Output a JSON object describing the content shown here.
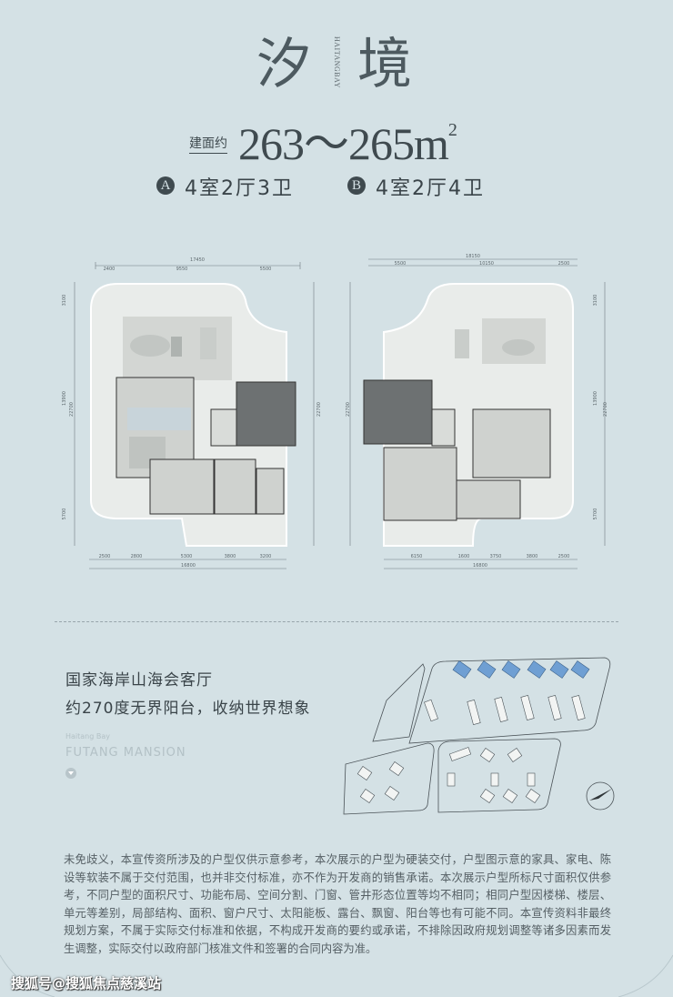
{
  "header": {
    "title_chars": [
      "汐",
      "境"
    ],
    "vertical_english": "HAITANGBAY",
    "area_label": "建面约",
    "area_value": "263～265m",
    "area_unit_sup": "2",
    "unit_a": {
      "badge": "A",
      "rooms": "4室2厅3卫"
    },
    "unit_b": {
      "badge": "B",
      "rooms": "4室2厅4卫"
    }
  },
  "plan_a": {
    "top_total": "17450",
    "top_dims": [
      "2400",
      "9550",
      "5500"
    ],
    "left_dims": [
      "3100",
      "13900",
      "5700"
    ],
    "left_total": "22700",
    "right_total": "22700",
    "bottom_dims": [
      "2500",
      "2800",
      "5300",
      "3800",
      "3200"
    ],
    "bottom_total": "16800"
  },
  "plan_b": {
    "top_total": "18150",
    "top_dims": [
      "5500",
      "10150",
      "2500"
    ],
    "right_dims": [
      "3100",
      "13900",
      "5700"
    ],
    "left_total": "22700",
    "right_total": "22700",
    "bottom_dims": [
      "6150",
      "1600",
      "3750",
      "3800",
      "2500"
    ],
    "bottom_total": "16800"
  },
  "feature": {
    "line1": "国家海岸山海会客厅",
    "line2": "约270度无界阳台，收纳世界想象",
    "en_small": "Haitang Bay",
    "en_big": "FUTANG MANSION"
  },
  "colors": {
    "background": "#d4e1e5",
    "text": "#3a4449",
    "highlight": "#6f9fd3",
    "plan_floor": "#cfd2cf",
    "plan_core": "#6d7172"
  },
  "disclaimer": "未免歧义，本宣传资所涉及的户型仅供示意参考，本次展示的户型为硬装交付，户型图示意的家具、家电、陈设等软装不属于交付范围，也并非交付标准，亦不作为开发商的销售承诺。本次展示户型所标尺寸面积仅供参考，不同户型的面积尺寸、功能布局、空间分割、门窗、管井形态位置等均不相同；相同户型因楼梯、楼层、单元等差别，局部结构、面积、窗户尺寸、太阳能板、露台、飘窗、阳台等也有可能不同。本宣传资料非最终规划方案，不属于实际交付标准和依据，不构成开发商的要约或承诺，不排除因政府规划调整等诸多因素而发生调整，实际交付以政府部门核准文件和签署的合同内容为准。",
  "watermark": "搜狐号@搜狐焦点慈溪站"
}
